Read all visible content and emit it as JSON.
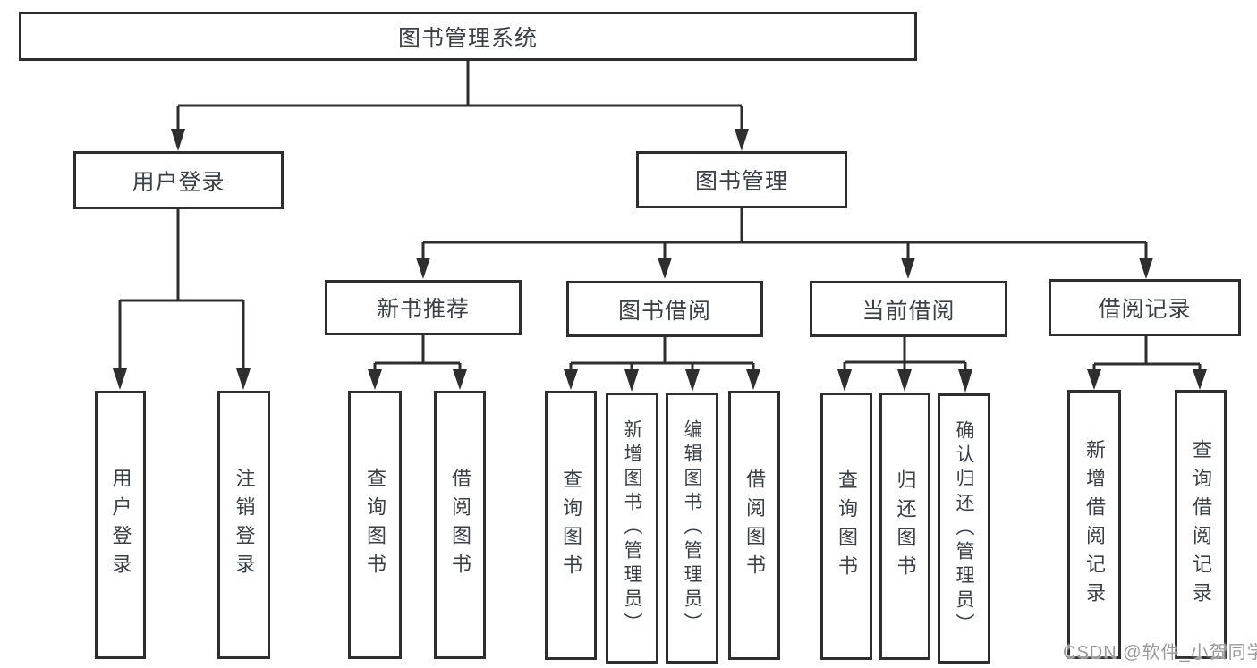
{
  "diagram": {
    "background": "#ffffff",
    "line_color": "#2e2e2e",
    "text_color": "#3b4045",
    "watermark": {
      "text": "CSDN @软件_小贺同学",
      "color": "#9a9a9a"
    },
    "tree": {
      "label": "图书管理系统",
      "children": [
        {
          "label": "用户登录",
          "children": [
            {
              "label": "用户登录"
            },
            {
              "label": "注销登录"
            }
          ]
        },
        {
          "label": "图书管理",
          "children": [
            {
              "label": "新书推荐",
              "children": [
                {
                  "label": "查询图书"
                },
                {
                  "label": "借阅图书"
                }
              ]
            },
            {
              "label": "图书借阅",
              "children": [
                {
                  "label": "查询图书"
                },
                {
                  "label": "新增图书（管理员）"
                },
                {
                  "label": "编辑图书（管理员）"
                },
                {
                  "label": "借阅图书"
                }
              ]
            },
            {
              "label": "当前借阅",
              "children": [
                {
                  "label": "查询图书"
                },
                {
                  "label": "归还图书"
                },
                {
                  "label": "确认归还（管理员）"
                }
              ]
            },
            {
              "label": "借阅记录",
              "children": [
                {
                  "label": "新增借阅记录"
                },
                {
                  "label": "查询借阅记录"
                }
              ]
            }
          ]
        }
      ]
    }
  }
}
